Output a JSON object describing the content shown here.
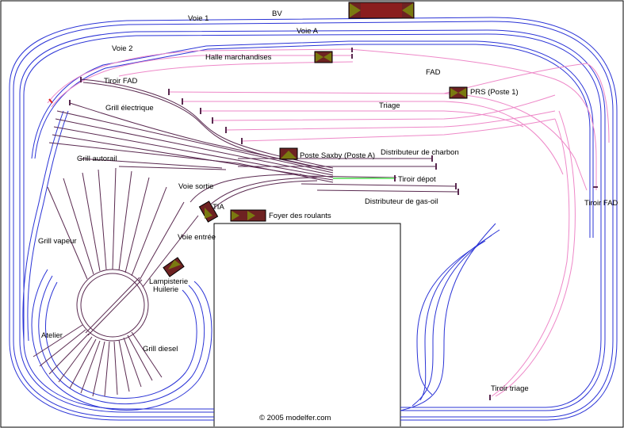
{
  "labels": {
    "bv": "BV",
    "voie1": "Voie 1",
    "voieA": "Voie A",
    "voie2": "Voie 2",
    "halle": "Halle marchandises",
    "fad": "FAD",
    "tiroir_fad_top": "Tiroir FAD",
    "grill_electrique": "Grill électrique",
    "triage": "Triage",
    "prs": "PRS (Poste 1)",
    "grill_autorail": "Grill autorail",
    "poste_saxby": "Poste Saxby  (Poste A)",
    "distrib_charbon": "Distributeur de charbon",
    "voie_sortie": "Voie sortie",
    "tiroir_depot": "Tiroir dépot",
    "distrib_gasoil": "Distributeur de gas-oil",
    "tiroir_fad_right": "Tiroir FAD",
    "tia": "TIA",
    "foyer": "Foyer des roulants",
    "voie_entree": "Voie entrée",
    "grill_vapeur": "Grill vapeur",
    "lampisterie": "Lampisterie",
    "huilerie": "Huilerie",
    "atelier": "Atelier",
    "grill_diesel": "Grill diesel",
    "tiroir_triage": "Tiroir triage",
    "copyright": "© 2005 modelfer.com"
  },
  "colors": {
    "mainline": "#2a33d6",
    "siding": "#ee88c8",
    "depot": "#5a2a50",
    "highlight": "#7be87b",
    "building_body": "#6e2222",
    "building_roof": "#7a7a10",
    "signal_red": "#e02020"
  }
}
